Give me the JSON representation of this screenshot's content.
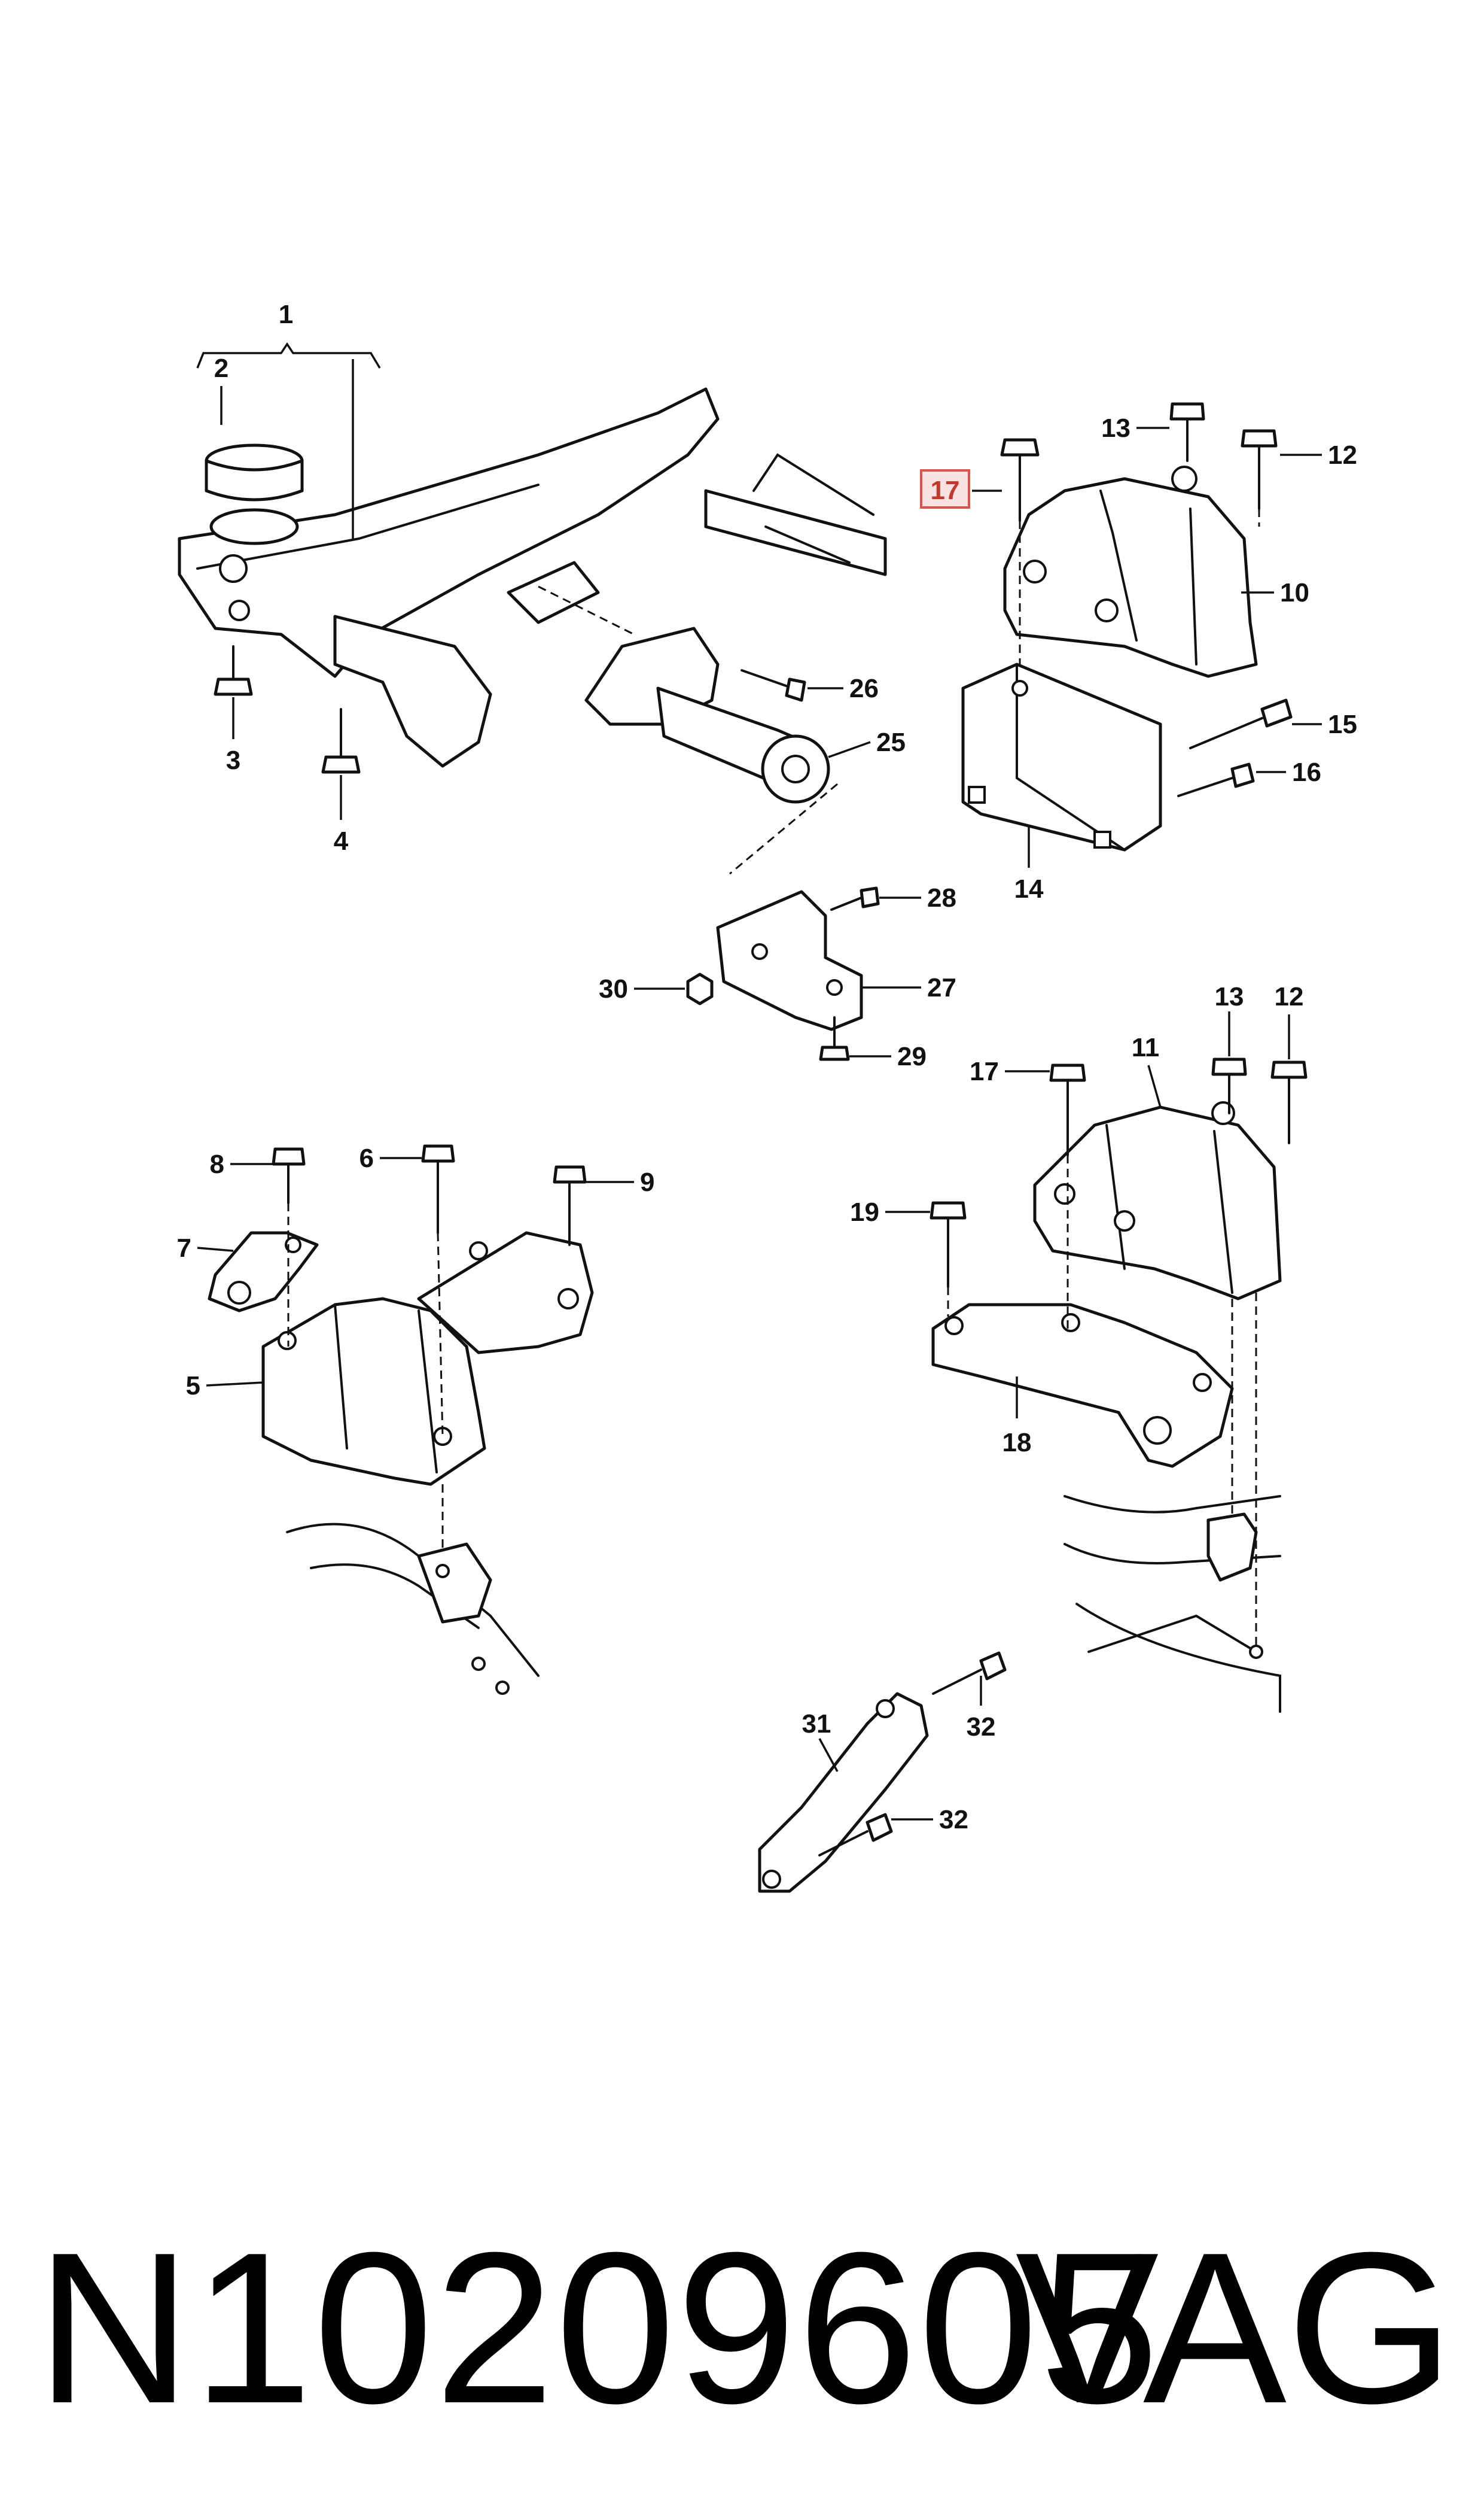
{
  "callouts": {
    "c1": "1",
    "c2": "2",
    "c3": "3",
    "c4": "4",
    "c5": "5",
    "c6": "6",
    "c7": "7",
    "c8": "8",
    "c9": "9",
    "c10": "10",
    "c11": "11",
    "c12a": "12",
    "c12b": "12",
    "c13a": "13",
    "c13b": "13",
    "c14": "14",
    "c15": "15",
    "c16": "16",
    "c17a": "17",
    "c17b": "17",
    "c18": "18",
    "c19": "19",
    "c25": "25",
    "c26": "26",
    "c27": "27",
    "c28": "28",
    "c29": "29",
    "c30": "30",
    "c31": "31",
    "c32a": "32",
    "c32b": "32"
  },
  "highlight": {
    "callout": "17",
    "color": "#d9534f"
  },
  "footer": {
    "part_number": "N10209605",
    "brand": "VAG"
  }
}
